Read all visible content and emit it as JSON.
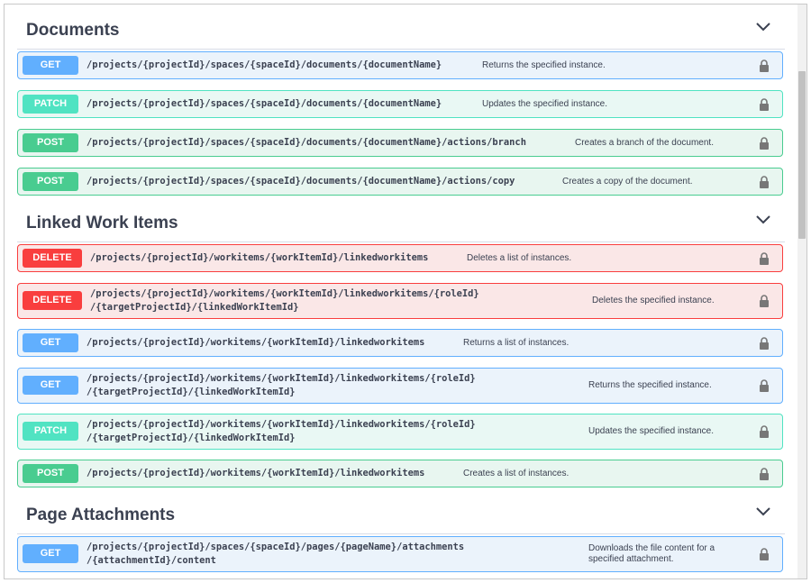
{
  "sections": [
    {
      "title": "Documents",
      "chevron_icon": "chevron-down-icon",
      "operations": [
        {
          "method": "GET",
          "path_line1": "/projects/{projectId}/spaces/{spaceId}/documents/{documentName}",
          "path_line2": "",
          "description": "Returns the specified instance."
        },
        {
          "method": "PATCH",
          "path_line1": "/projects/{projectId}/spaces/{spaceId}/documents/{documentName}",
          "path_line2": "",
          "description": "Updates the specified instance."
        },
        {
          "method": "POST",
          "path_line1": "/projects/{projectId}/spaces/{spaceId}/documents/{documentName}/actions/branch",
          "path_line2": "",
          "description": "Creates a branch of the document."
        },
        {
          "method": "POST",
          "path_line1": "/projects/{projectId}/spaces/{spaceId}/documents/{documentName}/actions/copy",
          "path_line2": "",
          "description": "Creates a copy of the document."
        }
      ]
    },
    {
      "title": "Linked Work Items",
      "chevron_icon": "chevron-down-icon",
      "operations": [
        {
          "method": "DELETE",
          "path_line1": "/projects/{projectId}/workitems/{workItemId}/linkedworkitems",
          "path_line2": "",
          "description": "Deletes a list of instances."
        },
        {
          "method": "DELETE",
          "path_line1": "/projects/{projectId}/workitems/{workItemId}/linkedworkitems/{roleId}",
          "path_line2": "/{targetProjectId}/{linkedWorkItemId}",
          "description": "Deletes the specified instance."
        },
        {
          "method": "GET",
          "path_line1": "/projects/{projectId}/workitems/{workItemId}/linkedworkitems",
          "path_line2": "",
          "description": "Returns a list of instances."
        },
        {
          "method": "GET",
          "path_line1": "/projects/{projectId}/workitems/{workItemId}/linkedworkitems/{roleId}",
          "path_line2": "/{targetProjectId}/{linkedWorkItemId}",
          "description": "Returns the specified instance."
        },
        {
          "method": "PATCH",
          "path_line1": "/projects/{projectId}/workitems/{workItemId}/linkedworkitems/{roleId}",
          "path_line2": "/{targetProjectId}/{linkedWorkItemId}",
          "description": "Updates the specified instance."
        },
        {
          "method": "POST",
          "path_line1": "/projects/{projectId}/workitems/{workItemId}/linkedworkitems",
          "path_line2": "",
          "description": "Creates a list of instances."
        }
      ]
    },
    {
      "title": "Page Attachments",
      "chevron_icon": "chevron-down-icon",
      "operations": [
        {
          "method": "GET",
          "path_line1": "/projects/{projectId}/spaces/{spaceId}/pages/{pageName}/attachments",
          "path_line2": "/{attachmentId}/content",
          "description": "Downloads the file content for a",
          "description_line2": "specified attachment."
        }
      ]
    }
  ],
  "icons": {
    "lock": "lock-icon",
    "chevron": "chevron-down-icon"
  },
  "colors": {
    "get": "#61affe",
    "patch": "#50e3c2",
    "post": "#49cc90",
    "delete": "#f93e3e"
  }
}
